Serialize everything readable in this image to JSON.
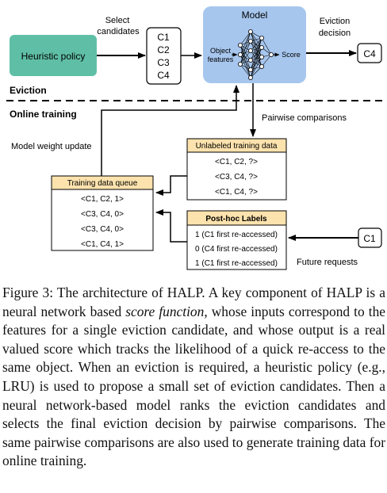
{
  "diagram": {
    "heuristic_policy": "Heuristic policy",
    "select_candidates": [
      "Select",
      "candidates"
    ],
    "candidates": [
      "C1",
      "C2",
      "C3",
      "C4"
    ],
    "model_title": "Model",
    "object_features": [
      "Object",
      "features"
    ],
    "score": "Score",
    "eviction_decision_label": [
      "Eviction",
      "decision"
    ],
    "eviction_result": "C4",
    "section_eviction": "Eviction",
    "section_online_training": "Online training",
    "pairwise_comparisons": "Pairwise comparisons",
    "model_weight_update": "Model weight update",
    "unlabeled_title": "Unlabeled training data",
    "unlabeled_rows": [
      "<C1, C2, ?>",
      "<C3, C4, ?>",
      "<C1, C4, ?>"
    ],
    "queue_title": "Training data queue",
    "queue_rows": [
      "<C1, C2, 1>",
      "<C3, C4, 0>",
      "<C3, C4, 0>",
      "<C1, C4, 1>"
    ],
    "posthoc_title": "Post-hoc Labels",
    "posthoc_rows": [
      "1 (C1 first re-accessed)",
      "0 (C4 first re-accessed)",
      "1 (C1 first re-accessed)"
    ],
    "future_item": "C1",
    "future_requests": "Future requests",
    "colors": {
      "heuristic_fill": "#5fbfa6",
      "model_fill": "#a6c6ee",
      "table_header_fill": "#fce2ad",
      "line": "#000000"
    }
  },
  "caption": {
    "prefix": "Figure 3: The architecture of HALP. A key component of HALP is a neural network based ",
    "emphasis": "score function",
    "suffix": ", whose inputs correspond to the features for a single eviction candidate, and whose output is a real valued score which tracks the likelihood of a quick re-access to the same object. When an eviction is required, a heuristic policy (e.g., LRU) is used to propose a small set of eviction candidates. Then a neural network-based model ranks the eviction candidates and selects the final eviction decision by pairwise comparisons. The same pairwise comparisons are also used to generate training data for online training."
  }
}
